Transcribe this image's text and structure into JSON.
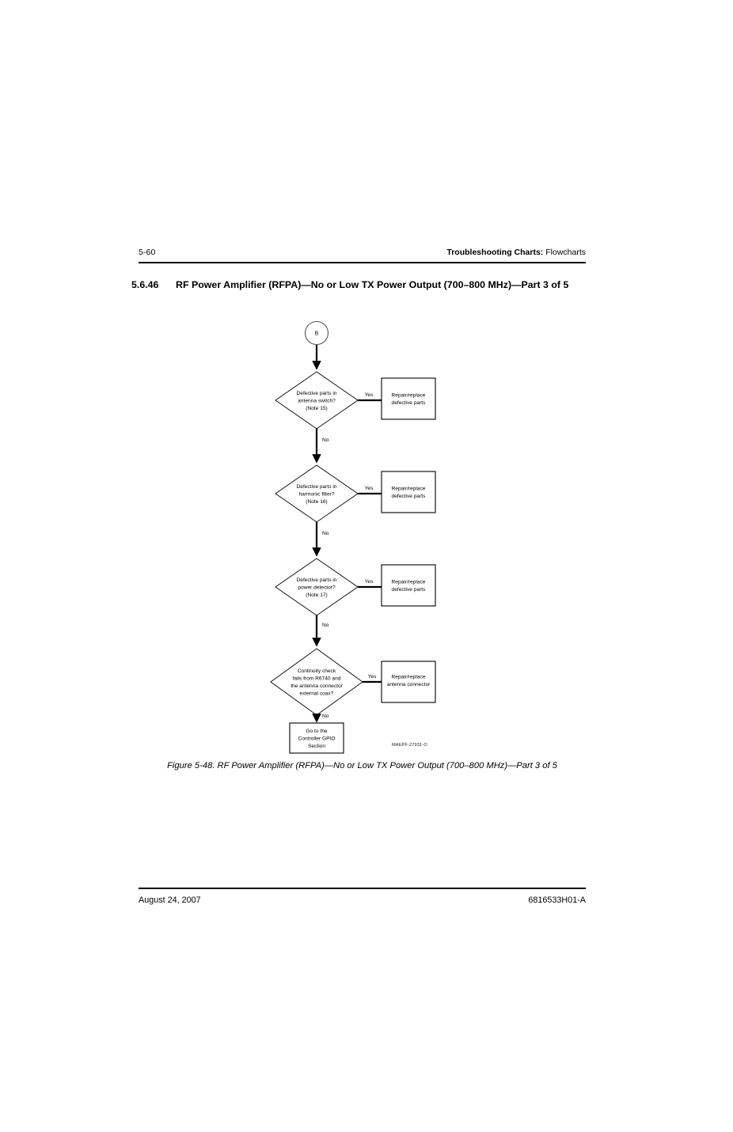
{
  "header": {
    "page_number": "5-60",
    "title_bold": "Troubleshooting Charts:",
    "title_rest": " Flowcharts"
  },
  "section": {
    "number": "5.6.46",
    "title": "RF Power Amplifier (RFPA)—No or Low TX Power Output (700–800 MHz)—Part 3 of 5"
  },
  "figure": {
    "id_code": "MAEPF-27931-O",
    "caption": "Figure 5-48.  RF Power Amplifier (RFPA)—No or Low TX Power Output (700–800 MHz)—Part 3 of 5"
  },
  "flowchart": {
    "connector": {
      "label": "B"
    },
    "yes_label": "Yes",
    "no_label": "No",
    "steps": [
      {
        "decision": [
          "Defective parts in",
          "antenna switch?",
          "(Note 15)"
        ],
        "yes_action": [
          "Repair/replace",
          "defective parts"
        ]
      },
      {
        "decision": [
          "Defective parts in",
          "harmonic filter?",
          "(Note 16)"
        ],
        "yes_action": [
          "Repair/replace",
          "defective parts"
        ]
      },
      {
        "decision": [
          "Defective parts in",
          "power detector?",
          "(Note 17)"
        ],
        "yes_action": [
          "Repair/replace",
          "defective parts"
        ]
      },
      {
        "decision": [
          "Continuity check",
          "fails from R6740 and",
          "the antenna connector",
          "external coax?"
        ],
        "yes_action": [
          "Repair/replace",
          "antenna connector"
        ]
      }
    ],
    "terminal": [
      "Go to the",
      "Controller GPIO",
      "Section"
    ]
  },
  "footer": {
    "date": "August 24, 2007",
    "doc_number": "6816533H01-A"
  }
}
